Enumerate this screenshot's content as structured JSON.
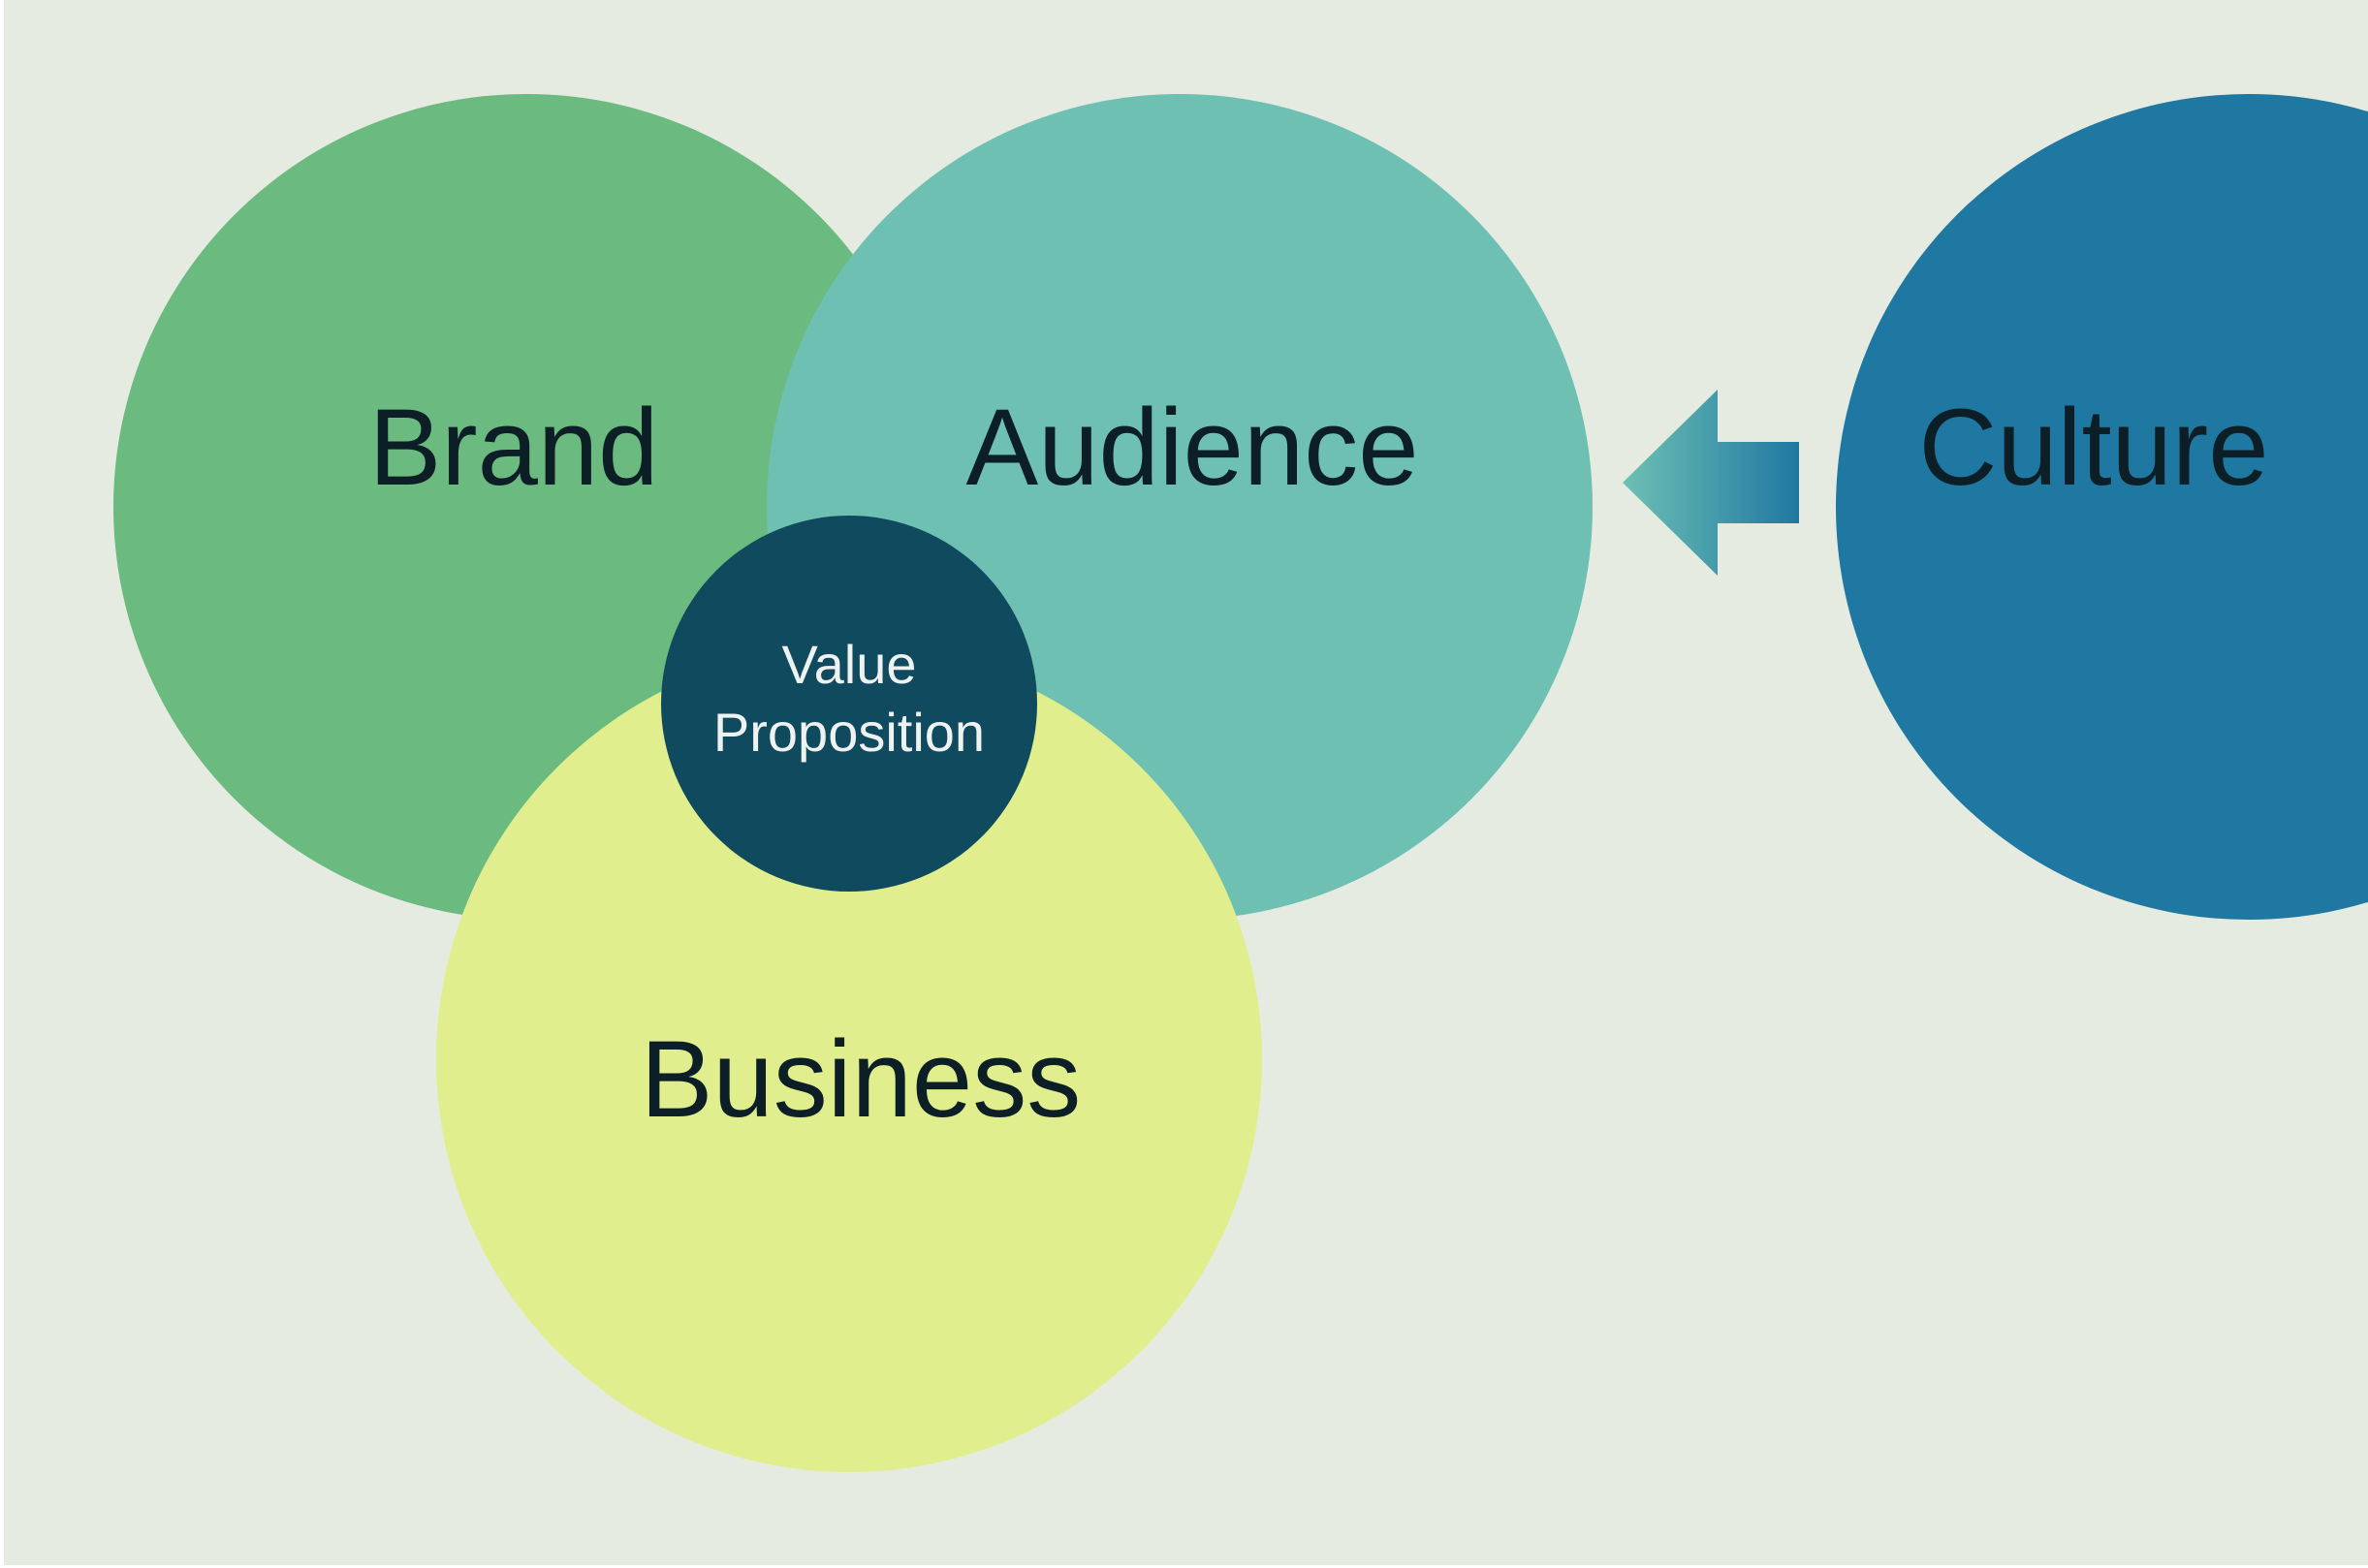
{
  "diagram": {
    "labels": {
      "brand": "Brand",
      "audience": "Audience",
      "business": "Business",
      "culture": "Culture",
      "value_line1": "Value",
      "value_line2": "Proposition"
    },
    "colors": {
      "background": "#e5ebe0",
      "brand": "#6bba80",
      "audience": "#6ec0b3",
      "business": "#e1ee8d",
      "culture": "#1f78a2",
      "value_proposition": "#0f4a5e",
      "arrow_from": "#6ec0b3",
      "arrow_to": "#1f78a2"
    },
    "icons": {
      "arrow": "arrow-left-icon"
    }
  }
}
